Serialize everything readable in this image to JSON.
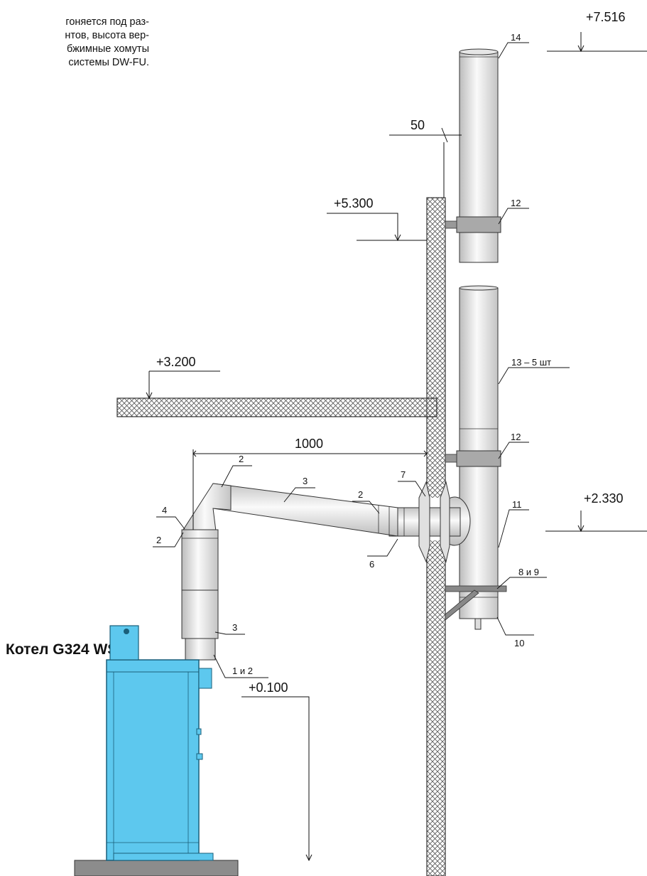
{
  "note": {
    "lines": [
      "гоняется под раз-",
      "нтов, высота вер-",
      "бжимные хомуты",
      "системы DW-FU."
    ]
  },
  "title": "Котел G324 WS",
  "levels": [
    "+7.516",
    "+5.300",
    "+3.200",
    "+2.330",
    "+0.100"
  ],
  "dimensions": [
    "50",
    "1000"
  ],
  "callouts": [
    "14",
    "12",
    "12",
    "13 – 5 шт",
    "11",
    "8 и 9",
    "10",
    "7",
    "6",
    "2",
    "3",
    "2",
    "4",
    "2",
    "3",
    "1 и 2"
  ],
  "colors": {
    "boiler": "#5dc8ee",
    "boiler_stroke": "#1a5f7a",
    "hatch": "#555555",
    "pipe_light": "#f5f5f5",
    "pipe_dark": "#bdbdbd",
    "base": "#8c8c8c"
  }
}
